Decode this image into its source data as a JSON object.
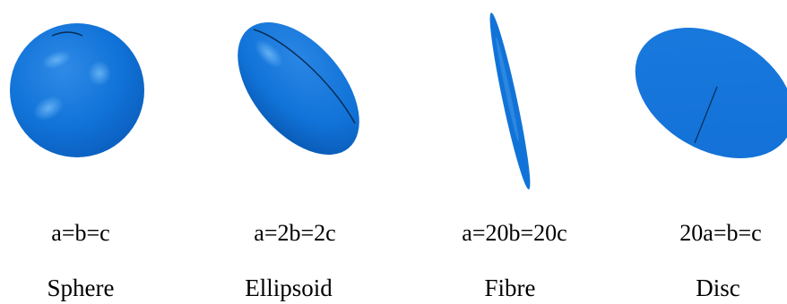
{
  "shapes": [
    {
      "formula": "a=b=c",
      "name": "Sphere"
    },
    {
      "formula": "a=2b=2c",
      "name": "Ellipsoid"
    },
    {
      "formula": "a=20b=20c",
      "name": "Fibre"
    },
    {
      "formula": "20a=b=c",
      "name": "Disc"
    }
  ],
  "colors": {
    "shape_fill": "#1173d8",
    "shape_light": "#4aa2f0",
    "shape_dark": "#0a5cb8",
    "outline": "#062d55",
    "background": "#ffffff",
    "text": "#000000"
  }
}
